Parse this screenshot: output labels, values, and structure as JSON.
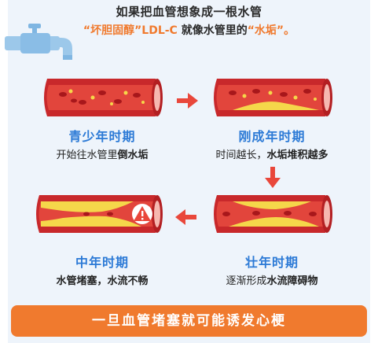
{
  "intro": {
    "line1": "如果把血管想象成一根水管",
    "line2_part1": "“坏胆固醇”LDL-C",
    "line2_part2": " 就像水管里的",
    "line2_part3": "“水垢”。"
  },
  "stages": [
    {
      "title": "青少年时期",
      "desc_plain": "开始往水管里",
      "desc_bold": "倒水垢"
    },
    {
      "title": "刚成年时期",
      "desc_plain": "时间越长，",
      "desc_bold": "水垢堆积越多"
    },
    {
      "title": "中年时期",
      "desc_plain": "",
      "desc_bold": "水管堵塞，水流不畅"
    },
    {
      "title": "壮年时期",
      "desc_plain": "逐渐形成",
      "desc_bold": "水流障碍物"
    }
  ],
  "banner": "一旦血管堵塞就可能诱发心梗",
  "colors": {
    "accent": "#f07a2e",
    "title_blue": "#2c7ad6",
    "vessel_red": "#c8282b",
    "blood": "#e2453c",
    "plaque": "#f5d74a"
  },
  "icons": [
    "faucet-icon",
    "right-arrow-icon",
    "down-arrow-icon",
    "left-arrow-icon",
    "warning-icon"
  ]
}
